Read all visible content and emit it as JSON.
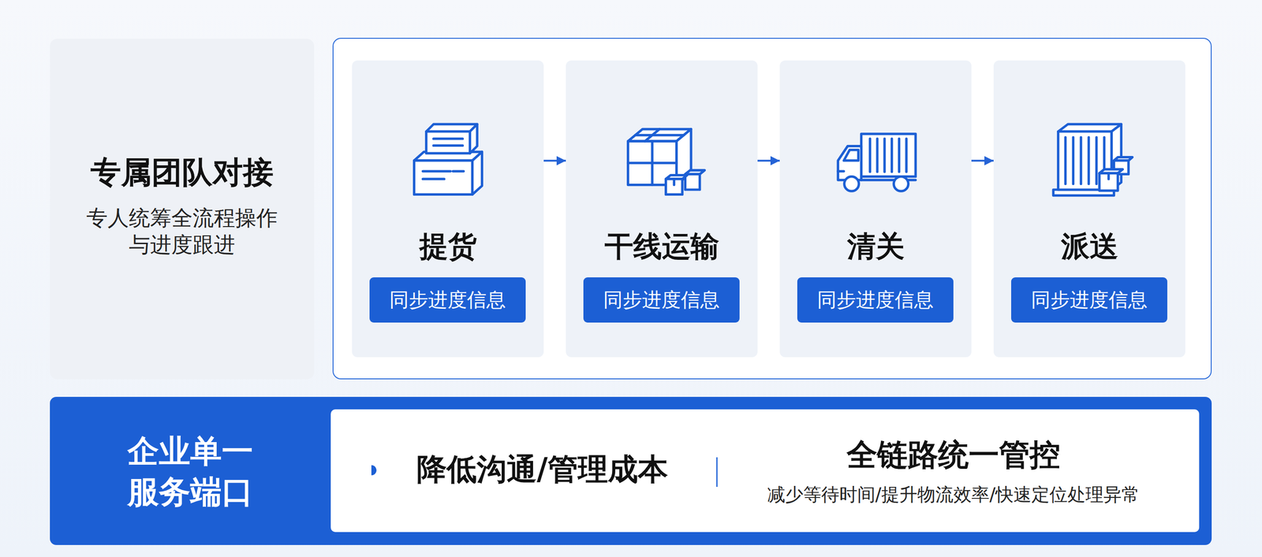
{
  "diagram": {
    "nodes": [
      {
        "text": [
          "专属团队对接",
          "专人统筹全流程操作与进度跟进"
        ]
      },
      {
        "text": [
          "提货"
        ]
      },
      {
        "text": [
          "同步进度信息"
        ],
        "in": 1
      },
      {
        "text": [
          "干线运输"
        ]
      },
      {
        "text": [
          "同步进度信息"
        ],
        "in": 3
      },
      {
        "text": [
          "清关"
        ]
      },
      {
        "text": [
          "同步进度信息"
        ],
        "in": 5
      },
      {
        "text": [
          "派送"
        ]
      },
      {
        "text": [
          "同步进度信息"
        ],
        "in": 7
      },
      {
        "text": [
          "企业单一服务端口"
        ]
      },
      {
        "text": [
          "降低沟通/管理成本",
          "全链路统一管控",
          "减少等待时间/提升物流效率/快速定位处理异常"
        ],
        "in": 9
      }
    ],
    "edges": [
      {
        "from": 1,
        "to": 3,
        "arrow": "to"
      },
      {
        "from": 3,
        "to": 5,
        "arrow": "to"
      },
      {
        "from": 5,
        "to": 7,
        "arrow": "to"
      }
    ]
  }
}
